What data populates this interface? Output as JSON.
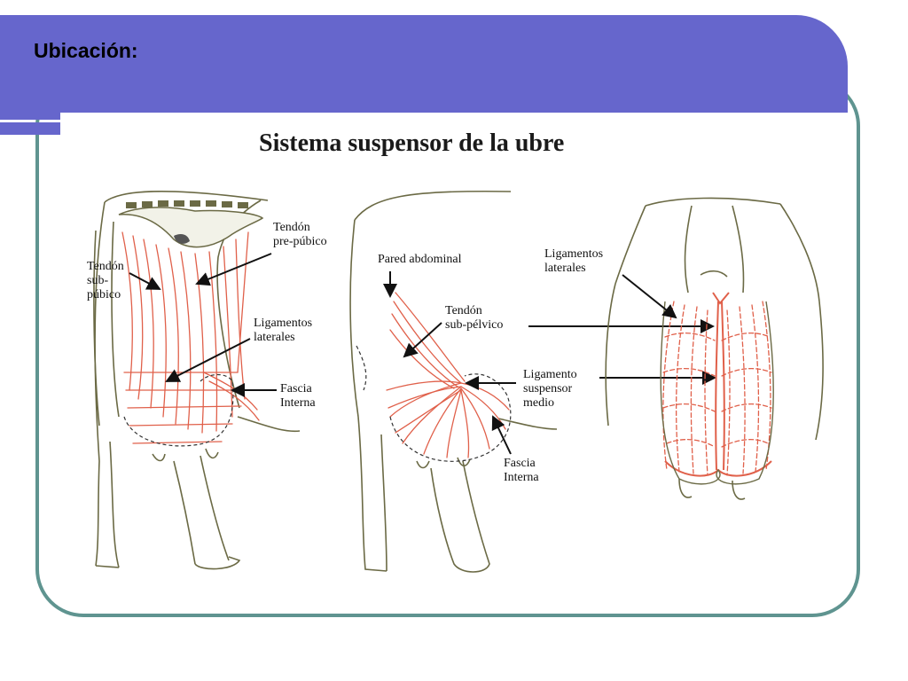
{
  "slide": {
    "title": "Ubicación:"
  },
  "figure": {
    "title": "Sistema suspensor de la ubre",
    "panel1": {
      "tendon_pre_1": "Tendón",
      "tendon_pre_2": "pre-púbico",
      "tendon_sub_1": "Tendón",
      "tendon_sub_2": "sub-",
      "tendon_sub_3": "púbico",
      "lig_lat_1": "Ligamentos",
      "lig_lat_2": "laterales",
      "fascia_1": "Fascia",
      "fascia_2": "Interna"
    },
    "panel2": {
      "pared": "Pared abdominal",
      "tendon_subpel_1": "Tendón",
      "tendon_subpel_2": "sub-pélvico",
      "lig_susp_1": "Ligamento",
      "lig_susp_2": "suspensor",
      "lig_susp_3": "medio",
      "fascia_1": "Fascia",
      "fascia_2": "Interna"
    },
    "panel3": {
      "lig_lat_1": "Ligamentos",
      "lig_lat_2": "laterales"
    }
  },
  "colors": {
    "header": "#6666cc",
    "frame": "#5f9490",
    "ligament": "#e0604a",
    "outline": "#6b6a45"
  }
}
